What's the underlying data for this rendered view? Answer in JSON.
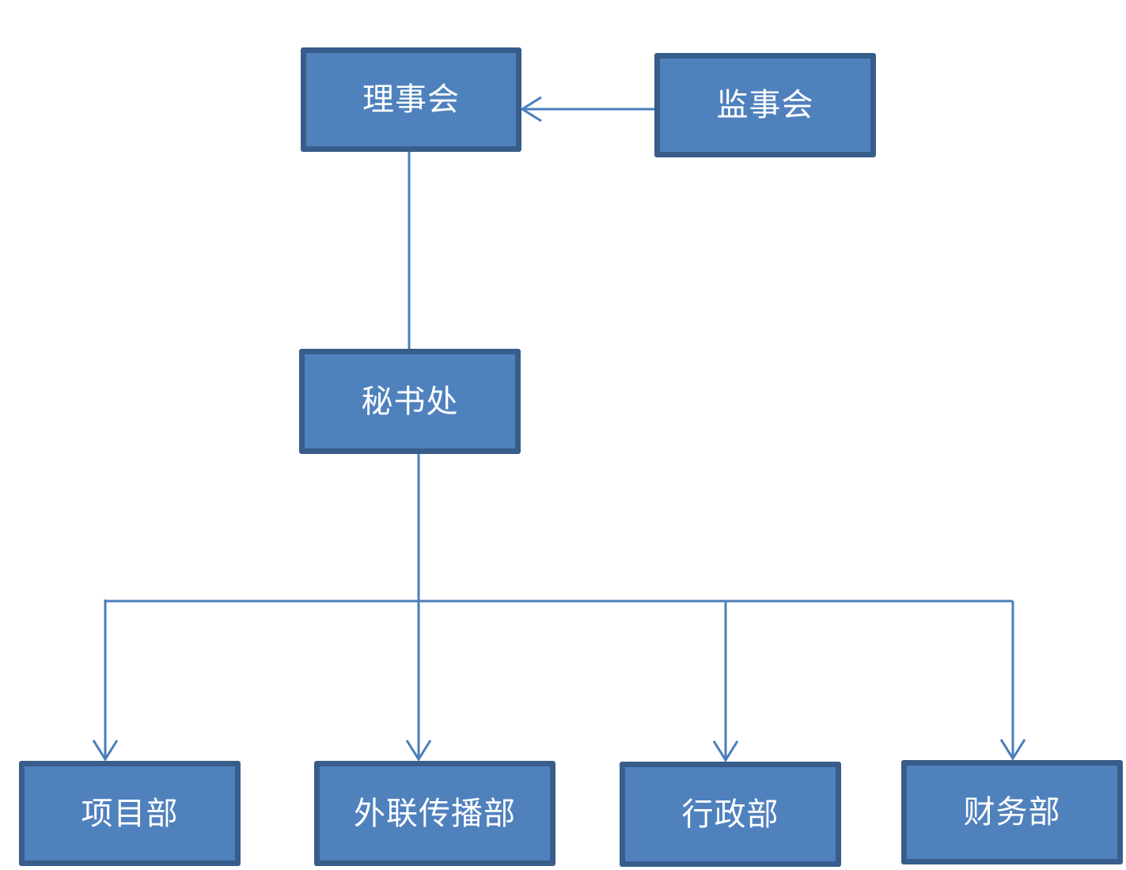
{
  "diagram": {
    "colors": {
      "node_fill": "#4f81bd",
      "node_border": "#385d8a",
      "connector": "#4a7ebb",
      "label": "#ffffff"
    },
    "nodes": {
      "board_of_directors": "理事会",
      "board_of_supervisors": "监事会",
      "secretariat": "秘书处",
      "projects_dept": "项目部",
      "external_relations_dept": "外联传播部",
      "administration_dept": "行政部",
      "finance_dept": "财务部"
    },
    "edges": [
      {
        "from": "board_of_supervisors",
        "to": "board_of_directors",
        "arrow": true
      },
      {
        "from": "board_of_directors",
        "to": "secretariat",
        "arrow": false
      },
      {
        "from": "secretariat",
        "to": "projects_dept",
        "arrow": true
      },
      {
        "from": "secretariat",
        "to": "external_relations_dept",
        "arrow": true
      },
      {
        "from": "secretariat",
        "to": "administration_dept",
        "arrow": true
      },
      {
        "from": "secretariat",
        "to": "finance_dept",
        "arrow": true
      }
    ]
  }
}
